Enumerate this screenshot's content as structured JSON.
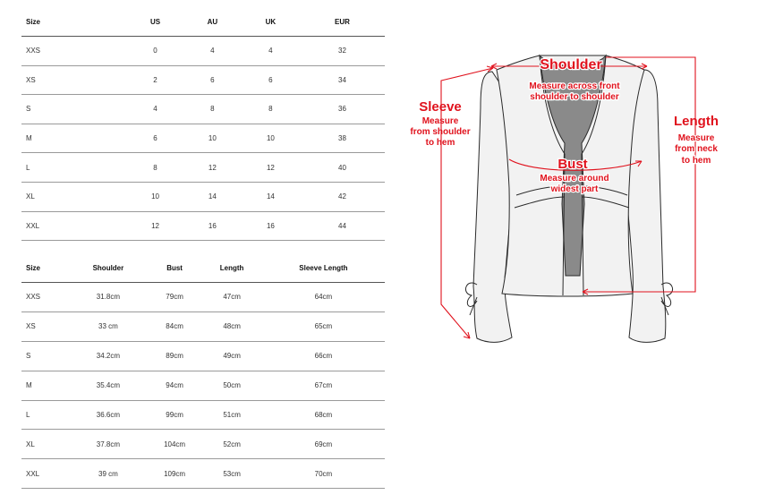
{
  "conversion_table": {
    "headers": [
      "Size",
      "US",
      "AU",
      "UK",
      "EUR"
    ],
    "rows": [
      [
        "XXS",
        "0",
        "4",
        "4",
        "32"
      ],
      [
        "XS",
        "2",
        "6",
        "6",
        "34"
      ],
      [
        "S",
        "4",
        "8",
        "8",
        "36"
      ],
      [
        "M",
        "6",
        "10",
        "10",
        "38"
      ],
      [
        "L",
        "8",
        "12",
        "12",
        "40"
      ],
      [
        "XL",
        "10",
        "14",
        "14",
        "42"
      ],
      [
        "XXL",
        "12",
        "16",
        "16",
        "44"
      ]
    ]
  },
  "measurement_table": {
    "headers": [
      "Size",
      "Shoulder",
      "Bust",
      "Length",
      "Sleeve Length"
    ],
    "rows": [
      [
        "XXS",
        "31.8cm",
        "79cm",
        "47cm",
        "64cm"
      ],
      [
        "XS",
        "33 cm",
        "84cm",
        "48cm",
        "65cm"
      ],
      [
        "S",
        "34.2cm",
        "89cm",
        "49cm",
        "66cm"
      ],
      [
        "M",
        "35.4cm",
        "94cm",
        "50cm",
        "67cm"
      ],
      [
        "L",
        "36.6cm",
        "99cm",
        "51cm",
        "68cm"
      ],
      [
        "XL",
        "37.8cm",
        "104cm",
        "52cm",
        "69cm"
      ],
      [
        "XXL",
        "39 cm",
        "109cm",
        "53cm",
        "70cm"
      ]
    ]
  },
  "diagram": {
    "accent_color": "#e0121d",
    "shoulder": {
      "title": "Shoulder",
      "desc_line1": "Measure across front",
      "desc_line2": "shoulder to shoulder"
    },
    "sleeve": {
      "title": "Sleeve",
      "desc_line1": "Measure",
      "desc_line2": "from shoulder",
      "desc_line3": "to hem"
    },
    "bust": {
      "title": "Bust",
      "desc_line1": "Measure around",
      "desc_line2": "widest part"
    },
    "length": {
      "title": "Length",
      "desc_line1": "Measure",
      "desc_line2": "from neck",
      "desc_line3": "to hem"
    }
  }
}
